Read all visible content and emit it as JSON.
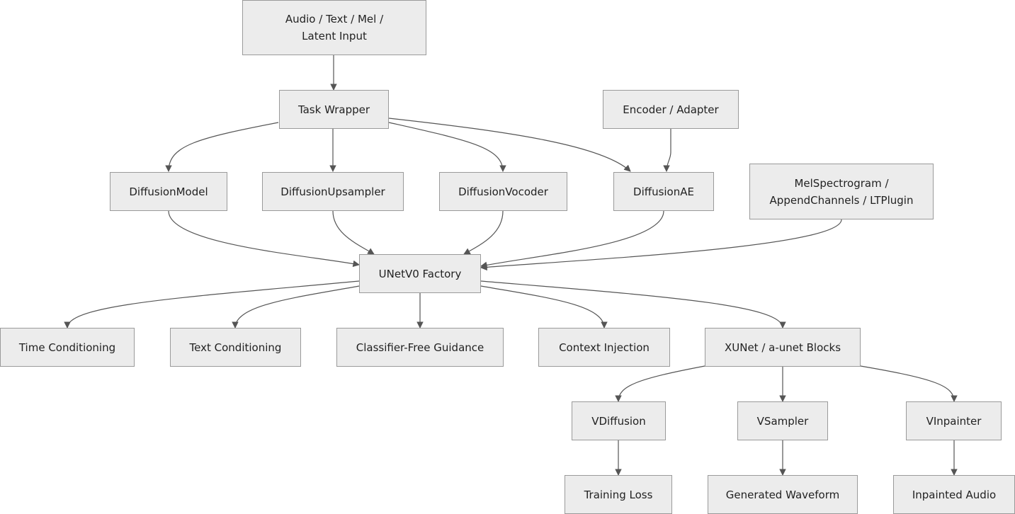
{
  "diagram": {
    "colors": {
      "node_fill": "#ececec",
      "node_border": "#9a9a9a",
      "edge": "#555555",
      "text": "#222222"
    },
    "nodes": {
      "input": {
        "line1": "Audio / Text / Mel /",
        "line2": "Latent Input"
      },
      "task_wrapper": {
        "label": "Task Wrapper"
      },
      "encoder_adapter": {
        "label": "Encoder / Adapter"
      },
      "diffusion_model": {
        "label": "DiffusionModel"
      },
      "diffusion_upsampler": {
        "label": "DiffusionUpsampler"
      },
      "diffusion_vocoder": {
        "label": "DiffusionVocoder"
      },
      "diffusion_ae": {
        "label": "DiffusionAE"
      },
      "mel_plugin": {
        "line1": "MelSpectrogram /",
        "line2": "AppendChannels / LTPlugin"
      },
      "unet_factory": {
        "label": "UNetV0 Factory"
      },
      "time_conditioning": {
        "label": "Time Conditioning"
      },
      "text_conditioning": {
        "label": "Text Conditioning"
      },
      "cfg": {
        "label": "Classifier-Free Guidance"
      },
      "context_injection": {
        "label": "Context Injection"
      },
      "xunet": {
        "label": "XUNet / a-unet Blocks"
      },
      "vdiffusion": {
        "label": "VDiffusion"
      },
      "vsampler": {
        "label": "VSampler"
      },
      "vinpainter": {
        "label": "VInpainter"
      },
      "training_loss": {
        "label": "Training Loss"
      },
      "generated_waveform": {
        "label": "Generated Waveform"
      },
      "inpainted_audio": {
        "label": "Inpainted Audio"
      }
    }
  }
}
